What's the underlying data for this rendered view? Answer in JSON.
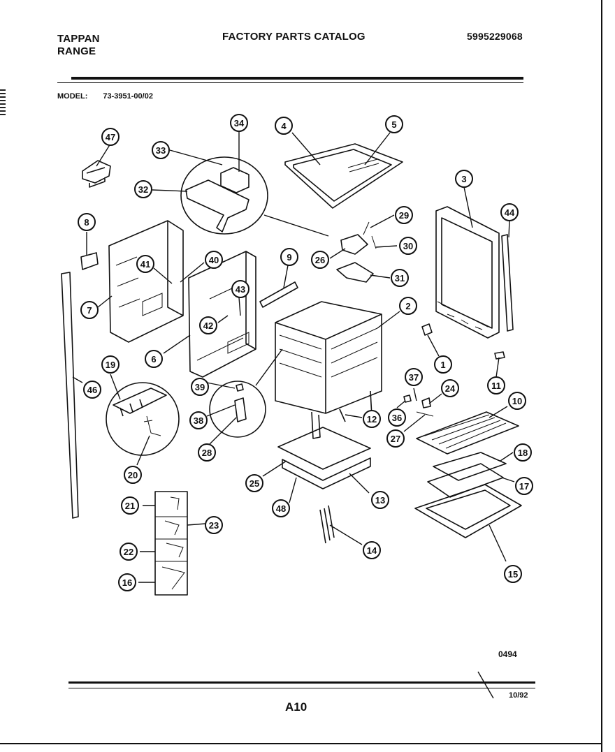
{
  "header": {
    "brand_line1": "TAPPAN",
    "brand_line2": "RANGE",
    "catalog_title": "FACTORY PARTS CATALOG",
    "catalog_number": "5995229068"
  },
  "model": {
    "label": "MODEL:",
    "value": "73-3951-00/02"
  },
  "callouts": [
    "1",
    "2",
    "3",
    "4",
    "5",
    "6",
    "7",
    "8",
    "9",
    "10",
    "11",
    "12",
    "13",
    "14",
    "15",
    "16",
    "17",
    "18",
    "19",
    "20",
    "21",
    "22",
    "23",
    "24",
    "25",
    "26",
    "27",
    "28",
    "29",
    "30",
    "31",
    "32",
    "33",
    "34",
    "36",
    "37",
    "38",
    "39",
    "40",
    "41",
    "42",
    "43",
    "44",
    "46",
    "47",
    "48"
  ],
  "footer": {
    "code": "0494",
    "page": "A10",
    "date": "10/92"
  }
}
